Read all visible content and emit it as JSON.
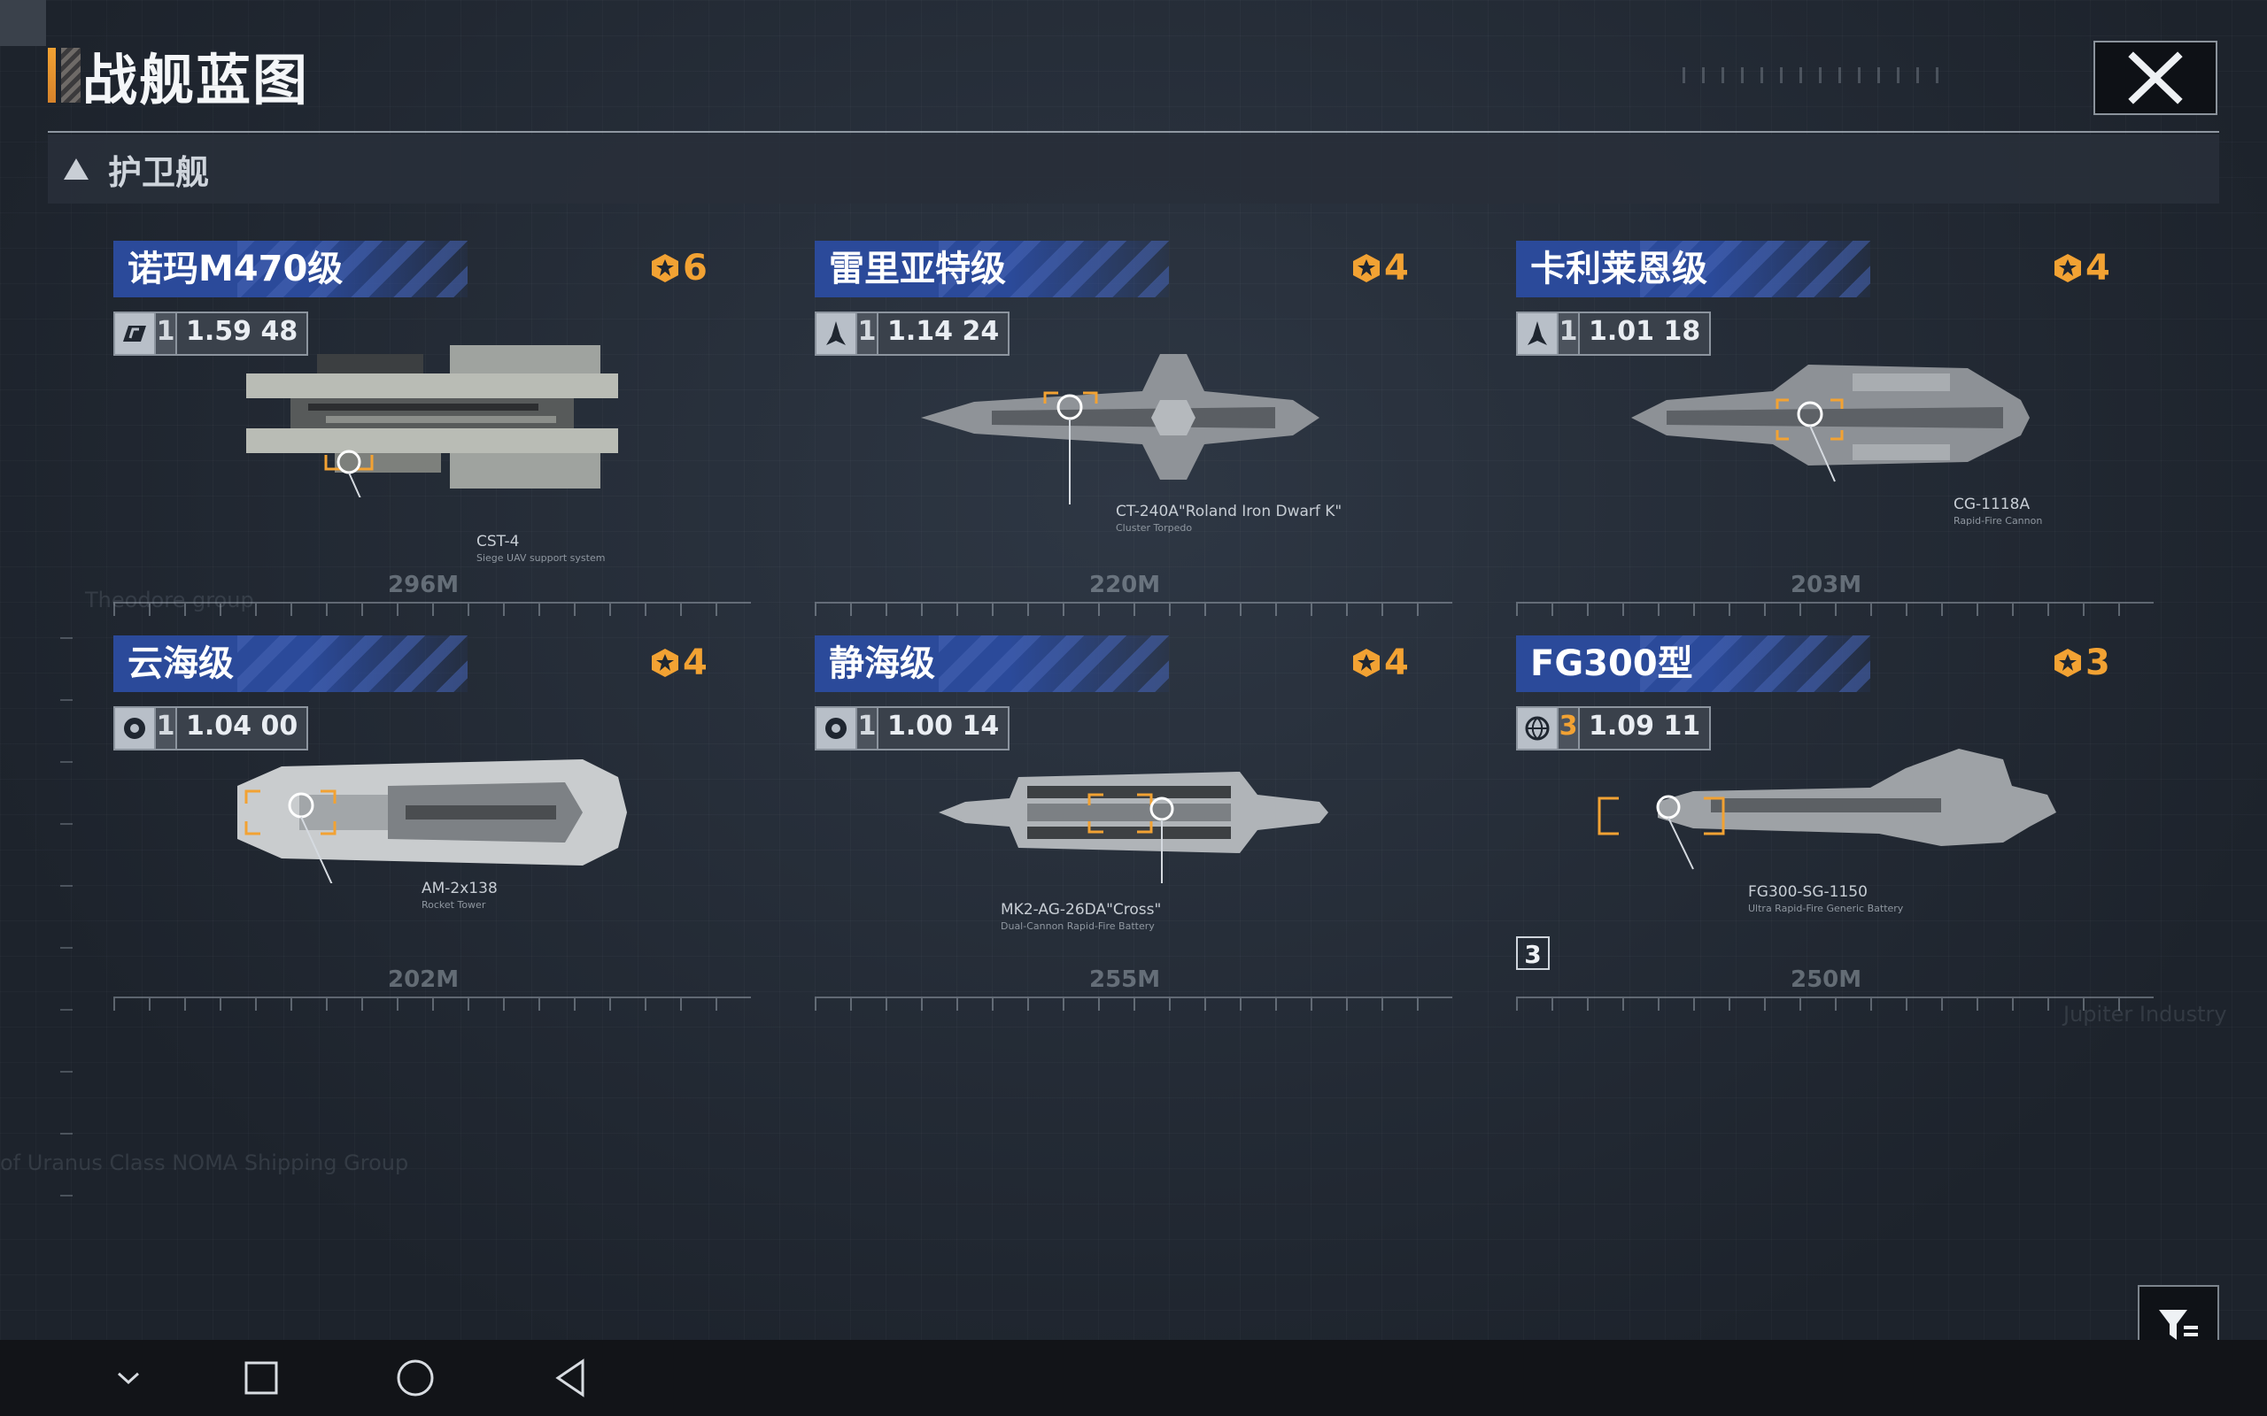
{
  "header": {
    "title": "战舰蓝图",
    "close_icon": "close-icon"
  },
  "section": {
    "label": "护卫舰",
    "collapse_icon": "triangle-up-icon"
  },
  "watermarks": [
    "Theodore group",
    "Jupiter Industry",
    "of Uranus Class NOMA Shipping Group"
  ],
  "ships": [
    {
      "name": "诺玛M470级",
      "cost": "6",
      "tier": "1",
      "stat": "1.59 48",
      "weapon": "CST-4",
      "weapon_desc": "Siege UAV support system",
      "length": "296M",
      "stat_icon": "manufacturer-nm-icon"
    },
    {
      "name": "雷里亚特级",
      "cost": "4",
      "tier": "1",
      "stat": "1.14 24",
      "weapon": "CT-240A\"Roland Iron Dwarf K\"",
      "weapon_desc": "Cluster Torpedo",
      "length": "220M",
      "stat_icon": "rocket-icon"
    },
    {
      "name": "卡利莱恩级",
      "cost": "4",
      "tier": "1",
      "stat": "1.01 18",
      "weapon": "CG-1118A",
      "weapon_desc": "Rapid-Fire Cannon",
      "length": "203M",
      "stat_icon": "rocket-icon"
    },
    {
      "name": "云海级",
      "cost": "4",
      "tier": "1",
      "stat": "1.04 00",
      "weapon": "AM-2x138",
      "weapon_desc": "Rocket Tower",
      "length": "202M",
      "stat_icon": "faction-gear-icon"
    },
    {
      "name": "静海级",
      "cost": "4",
      "tier": "1",
      "stat": "1.00 14",
      "weapon": "MK2-AG-26DA\"Cross\"",
      "weapon_desc": "Dual-Cannon Rapid-Fire Battery",
      "length": "255M",
      "stat_icon": "faction-gear-icon"
    },
    {
      "name": "FG300型",
      "cost": "3",
      "tier": "3",
      "stat": "1.09 11",
      "weapon": "FG300-SG-1150",
      "weapon_desc": "Ultra Rapid-Fire Generic Battery",
      "length": "250M",
      "stat_icon": "globe-icon",
      "count": "3"
    }
  ],
  "colors": {
    "accent": "#f2a233",
    "header_blue": "#2b4a9a",
    "background": "#1f2630"
  },
  "navbar": {
    "icons": [
      "chevron-down-icon",
      "square-recents-icon",
      "circle-home-icon",
      "triangle-back-icon"
    ]
  },
  "filter": {
    "icon": "filter-icon"
  }
}
